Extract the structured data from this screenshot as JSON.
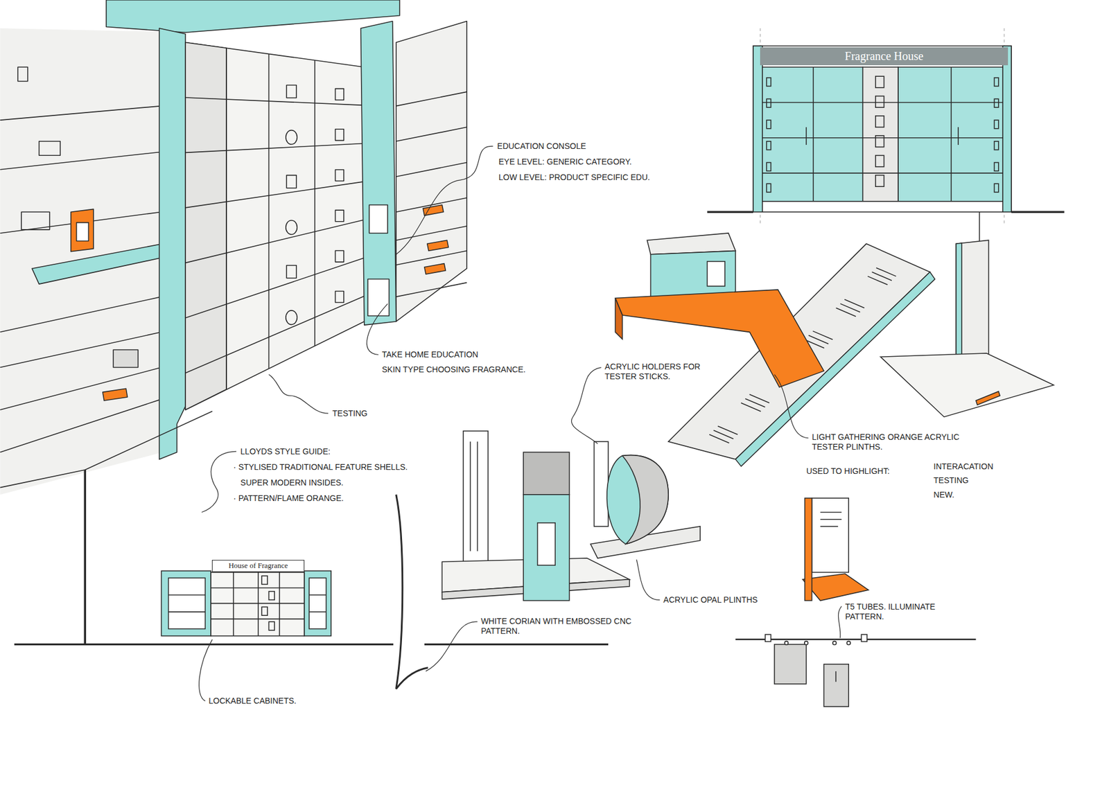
{
  "diagram": {
    "nodes": [
      {
        "text": [
          "Fragrance House"
        ]
      },
      {
        "text": [
          "House of Fragrance"
        ]
      }
    ],
    "labels": [
      "EDUCATION CONSOLE",
      "EYE LEVEL: GENERIC CATEGORY.",
      "LOW LEVEL: PRODUCT SPECIFIC EDU.",
      "TAKE HOME EDUCATION",
      "SKIN TYPE CHOOSING FRAGRANCE.",
      "ACRYLIC HOLDERS FOR TESTER STICKS.",
      "TESTING",
      "LIGHT GATHERING ORANGE ACRYLIC TESTER PLINTHS.",
      "USED TO HIGHLIGHT:",
      "INTERACATION",
      "TESTING",
      "NEW.",
      "LLOYDS STYLE GUIDE:",
      "· STYLISED TRADITIONAL FEATURE SHELLS.",
      "SUPER MODERN INSIDES.",
      "· PATTERN/FLAME ORANGE.",
      "ACRYLIC OPAL PLINTHS",
      "T5 TUBES. ILLUMINATE PATTERN.",
      "WHITE CORIAN WITH EMBOSSED CNC PATTERN.",
      "LOCKABLE CABINETS."
    ]
  }
}
